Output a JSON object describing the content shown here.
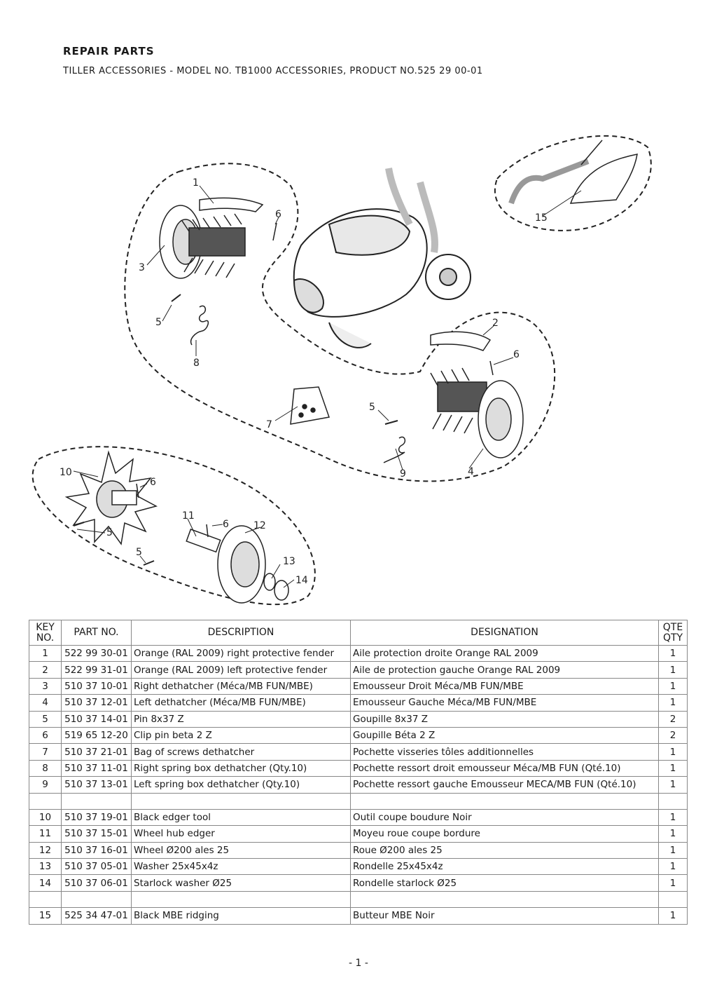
{
  "header": {
    "title": "REPAIR PARTS",
    "subtitle": "TILLER ACCESSORIES - MODEL NO. TB1000 ACCESSORIES, PRODUCT NO.525 29 00-01"
  },
  "diagram": {
    "callouts": [
      "1",
      "2",
      "3",
      "4",
      "5",
      "5",
      "5",
      "5",
      "6",
      "6",
      "6",
      "6",
      "7",
      "8",
      "9",
      "10",
      "11",
      "12",
      "13",
      "14",
      "15"
    ]
  },
  "table": {
    "headers": {
      "key_line1": "KEY",
      "key_line2": "NO.",
      "part_no": "PART NO.",
      "description": "DESCRIPTION",
      "designation": "DESIGNATION",
      "qty_line1": "QTE",
      "qty_line2": "QTY"
    },
    "rows": [
      {
        "key": "1",
        "part": "522 99 30-01",
        "desc": "Orange (RAL 2009) right protective fender",
        "desig": "Aile protection droite Orange RAL 2009",
        "qty": "1"
      },
      {
        "key": "2",
        "part": "522 99 31-01",
        "desc": "Orange (RAL 2009) left protective fender",
        "desig": "Aile de protection gauche Orange RAL 2009",
        "qty": "1"
      },
      {
        "key": "3",
        "part": "510 37 10-01",
        "desc": "Right dethatcher (Méca/MB FUN/MBE)",
        "desig": "Emousseur Droit Méca/MB FUN/MBE",
        "qty": "1"
      },
      {
        "key": "4",
        "part": "510 37 12-01",
        "desc": "Left dethatcher (Méca/MB FUN/MBE)",
        "desig": "Emousseur Gauche Méca/MB FUN/MBE",
        "qty": "1"
      },
      {
        "key": "5",
        "part": "510 37 14-01",
        "desc": "Pin 8x37 Z",
        "desig": "Goupille 8x37 Z",
        "qty": "2"
      },
      {
        "key": "6",
        "part": "519 65 12-20",
        "desc": "Clip pin beta 2 Z",
        "desig": "Goupille Béta 2 Z",
        "qty": "2"
      },
      {
        "key": "7",
        "part": "510 37 21-01",
        "desc": "Bag of screws dethatcher",
        "desig": "Pochette visseries tôles additionnelles",
        "qty": "1"
      },
      {
        "key": "8",
        "part": "510 37 11-01",
        "desc": "Right spring box dethatcher (Qty.10)",
        "desig": "Pochette ressort droit emousseur Méca/MB FUN (Qté.10)",
        "qty": "1"
      },
      {
        "key": "9",
        "part": "510 37 13-01",
        "desc": "Left spring box dethatcher (Qty.10)",
        "desig": "Pochette ressort gauche Emousseur MECA/MB FUN (Qté.10)",
        "qty": "1"
      },
      {
        "key": "",
        "part": "",
        "desc": "",
        "desig": "",
        "qty": ""
      },
      {
        "key": "10",
        "part": "510 37 19-01",
        "desc": "Black edger tool",
        "desig": "Outil coupe boudure Noir",
        "qty": "1"
      },
      {
        "key": "11",
        "part": "510 37 15-01",
        "desc": "Wheel hub edger",
        "desig": "Moyeu roue coupe bordure",
        "qty": "1"
      },
      {
        "key": "12",
        "part": "510 37 16-01",
        "desc": "Wheel Ø200 ales 25",
        "desig": "Roue Ø200 ales 25",
        "qty": "1"
      },
      {
        "key": "13",
        "part": "510 37 05-01",
        "desc": "Washer 25x45x4z",
        "desig": "Rondelle 25x45x4z",
        "qty": "1"
      },
      {
        "key": "14",
        "part": "510 37 06-01",
        "desc": "Starlock washer Ø25",
        "desig": "Rondelle starlock Ø25",
        "qty": "1"
      },
      {
        "key": "",
        "part": "",
        "desc": "",
        "desig": "",
        "qty": ""
      },
      {
        "key": "15",
        "part": "525 34 47-01",
        "desc": "Black MBE ridging",
        "desig": "Butteur MBE Noir",
        "qty": "1"
      }
    ]
  },
  "footer": {
    "page": "- 1 -"
  }
}
